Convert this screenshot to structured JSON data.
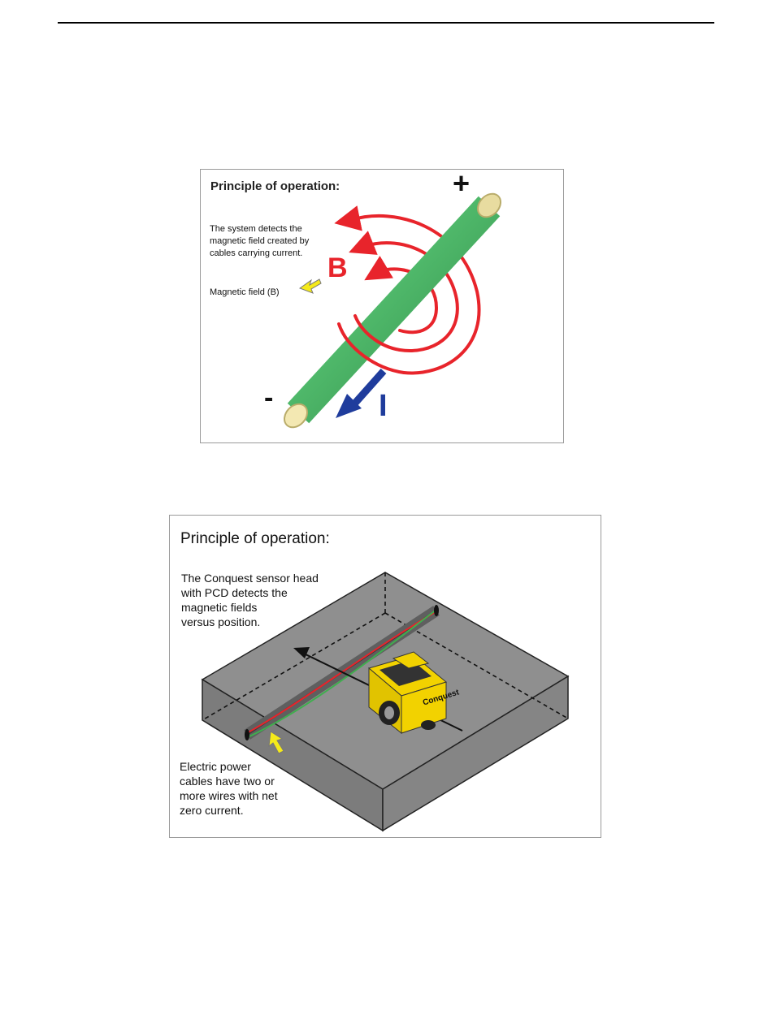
{
  "figure1": {
    "title": "Principle of operation:",
    "description": "The system detects the\nmagnetic field created by\ncables carrying current.",
    "field_label": "Magnetic field (B)",
    "symbol_B": "B",
    "symbol_I": "I",
    "plus": "+",
    "minus": "-",
    "colors": {
      "cable": "#4fb86a",
      "field": "#e8242b",
      "current": "#1f3c9c",
      "pointer": "#f5ea1a"
    }
  },
  "figure2": {
    "title": "Principle of operation:",
    "description": "The Conquest sensor head\nwith PCD detects the\nmagnetic fields\nversus position.",
    "cable_note": "Electric power\ncables have two or\nmore wires with net\nzero current.",
    "sensor_brand": "Conquest",
    "colors": {
      "ground": "#8a8a8a",
      "sensor_body": "#f2d200",
      "pointer": "#f5ea1a"
    }
  }
}
